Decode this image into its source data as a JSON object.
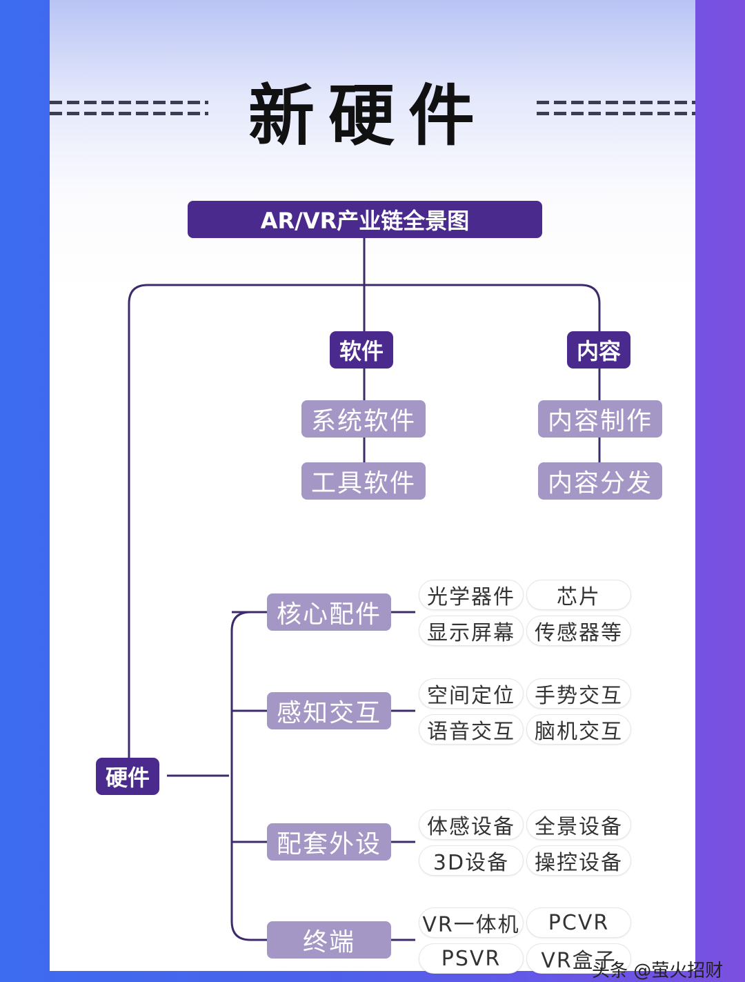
{
  "title": "新硬件",
  "root": "AR/VR产业链全景图",
  "software": {
    "label": "软件",
    "items": [
      "系统软件",
      "工具软件"
    ]
  },
  "content": {
    "label": "内容",
    "items": [
      "内容制作",
      "内容分发"
    ]
  },
  "hardware": {
    "label": "硬件",
    "groups": [
      {
        "label": "核心配件",
        "items": [
          "光学器件",
          "芯片",
          "显示屏幕",
          "传感器等"
        ]
      },
      {
        "label": "感知交互",
        "items": [
          "空间定位",
          "手势交互",
          "语音交互",
          "脑机交互"
        ]
      },
      {
        "label": "配套外设",
        "items": [
          "体感设备",
          "全景设备",
          "3D设备",
          "操控设备"
        ]
      },
      {
        "label": "终端",
        "items": [
          "VR一体机",
          "PCVR",
          "PSVR",
          "VR盒子"
        ]
      }
    ]
  },
  "watermark": "头条 @萤火招财",
  "colors": {
    "dark": "#4a2a8c",
    "mid": "#a497c6",
    "line": "#3d2a6b"
  }
}
